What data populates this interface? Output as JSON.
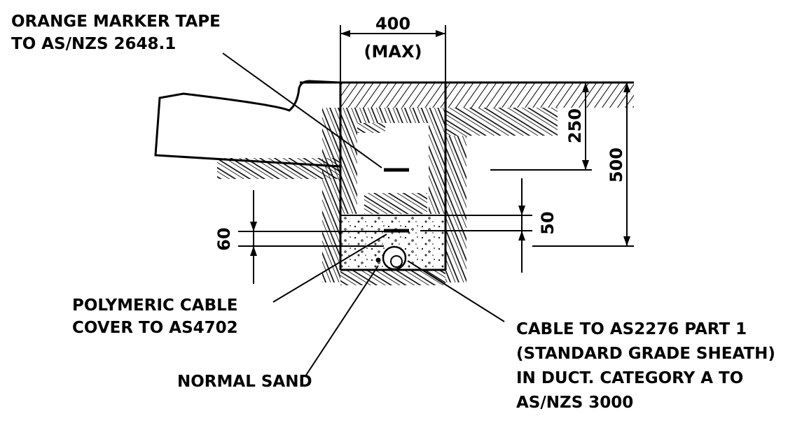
{
  "labels": {
    "marker_tape": [
      "ORANGE MARKER TAPE",
      "TO AS/NZS 2648.1"
    ],
    "cable_cover": [
      "POLYMERIC CABLE",
      "COVER TO AS4702"
    ],
    "sand": [
      "NORMAL SAND"
    ],
    "cable": [
      "CABLE TO AS2276 PART 1",
      "(STANDARD GRADE SHEATH)",
      "IN DUCT. CATEGORY A TO",
      "AS/NZS 3000"
    ]
  },
  "dimensions": {
    "width": "400",
    "width_note": "(MAX)",
    "marker_depth": "250",
    "total_depth": "500",
    "sand_above_cable": "50",
    "cable_zone": "60"
  }
}
